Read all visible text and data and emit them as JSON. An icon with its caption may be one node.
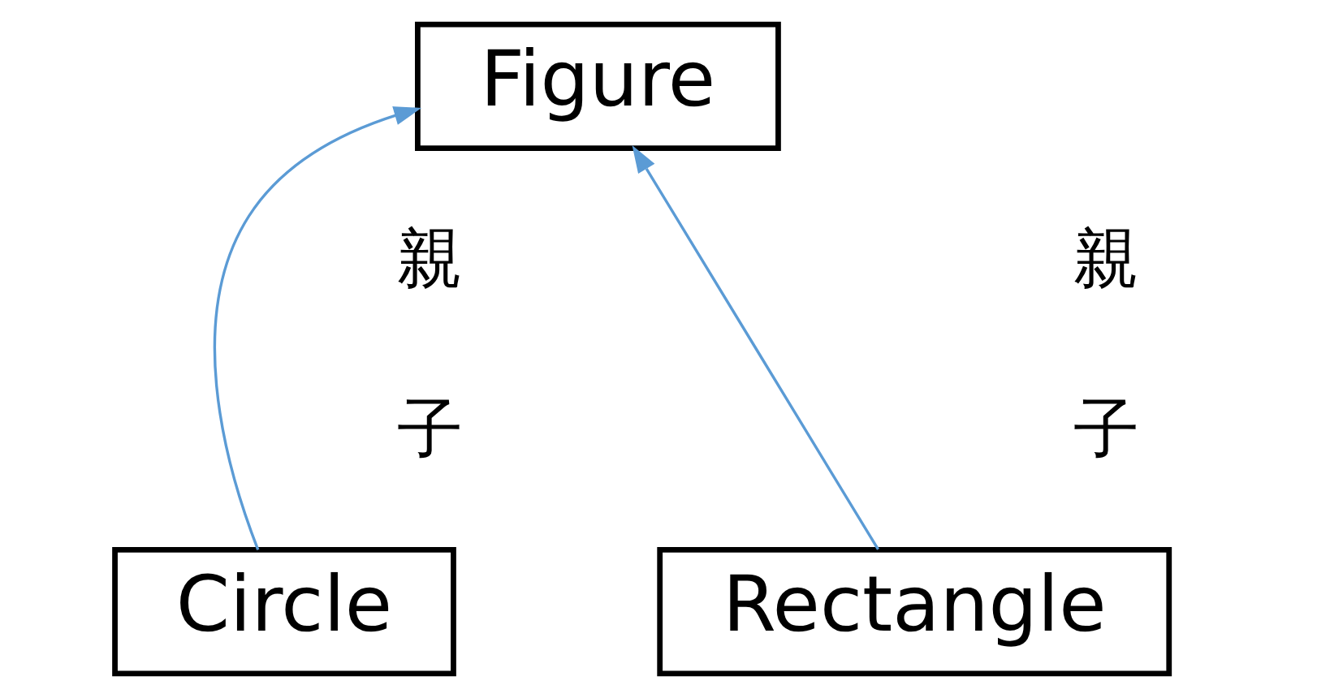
{
  "diagram": {
    "nodes": [
      {
        "text": [
          "Figure"
        ]
      },
      {
        "text": [
          "Circle"
        ]
      },
      {
        "text": [
          "Rectangle"
        ]
      }
    ],
    "edges": [
      {
        "from": 1,
        "to": 0,
        "arrow": "to"
      },
      {
        "from": 2,
        "to": 0,
        "arrow": "to"
      }
    ],
    "labels": [
      "親",
      "親",
      "子",
      "子"
    ]
  }
}
